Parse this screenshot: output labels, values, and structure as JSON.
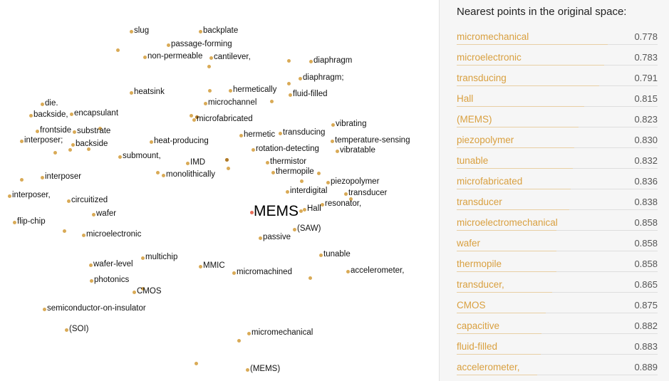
{
  "colors": {
    "point": "#d9aa56",
    "focus_point": "#e8705a",
    "dark_point": "#b07a28",
    "accent_text": "#d9a040",
    "bar": "#e8cfa4",
    "bar_empty": "#dedede"
  },
  "focus": {
    "label": "MEMS"
  },
  "scatter": {
    "labels": [
      "slug",
      "backplate",
      "passage-forming",
      "non-permeable",
      "cantilever,",
      "diaphragm",
      "diaphragm;",
      "heatsink",
      "hermetically",
      "fluid-filled",
      "die.",
      "microchannel",
      "backside,",
      "encapsulant",
      "microfabricated",
      "vibrating",
      "frontside",
      "substrate",
      "hermetic",
      "transducing",
      "interposer;",
      "heat-producing",
      "temperature-sensing",
      "backside",
      "rotation-detecting",
      "vibratable",
      "submount,",
      "IMD",
      "thermistor",
      "monolithically",
      "thermopile",
      "interposer",
      "piezopolymer",
      "interdigital",
      "transducer",
      "interposer,",
      "circuitized",
      "Hall",
      "resonator,",
      "wafer",
      "flip-chip",
      "(SAW)",
      "microelectronic",
      "passive",
      "multichip",
      "tunable",
      "MMIC",
      "wafer-level",
      "micromachined",
      "accelerometer,",
      "photonics",
      "CMOS",
      "semiconductor-on-insulator",
      "(SOI)",
      "micromechanical",
      "(MEMS)"
    ]
  },
  "panel": {
    "title": "Nearest points in the original space:",
    "neighbors": [
      {
        "word": "micromechanical",
        "distance": "0.778",
        "score": 0.778
      },
      {
        "word": "microelectronic",
        "distance": "0.783",
        "score": 0.783
      },
      {
        "word": "transducing",
        "distance": "0.791",
        "score": 0.791
      },
      {
        "word": "Hall",
        "distance": "0.815",
        "score": 0.815
      },
      {
        "word": "(MEMS)",
        "distance": "0.823",
        "score": 0.823
      },
      {
        "word": "piezopolymer",
        "distance": "0.830",
        "score": 0.83
      },
      {
        "word": "tunable",
        "distance": "0.832",
        "score": 0.832
      },
      {
        "word": "microfabricated",
        "distance": "0.836",
        "score": 0.836
      },
      {
        "word": "transducer",
        "distance": "0.838",
        "score": 0.838
      },
      {
        "word": "microelectromechanical",
        "distance": "0.858",
        "score": 0.858
      },
      {
        "word": "wafer",
        "distance": "0.858",
        "score": 0.858
      },
      {
        "word": "thermopile",
        "distance": "0.858",
        "score": 0.858
      },
      {
        "word": "transducer,",
        "distance": "0.865",
        "score": 0.865
      },
      {
        "word": "CMOS",
        "distance": "0.875",
        "score": 0.875
      },
      {
        "word": "capacitive",
        "distance": "0.882",
        "score": 0.882
      },
      {
        "word": "fluid-filled",
        "distance": "0.883",
        "score": 0.883
      },
      {
        "word": "accelerometer,",
        "distance": "0.889",
        "score": 0.889
      }
    ]
  }
}
